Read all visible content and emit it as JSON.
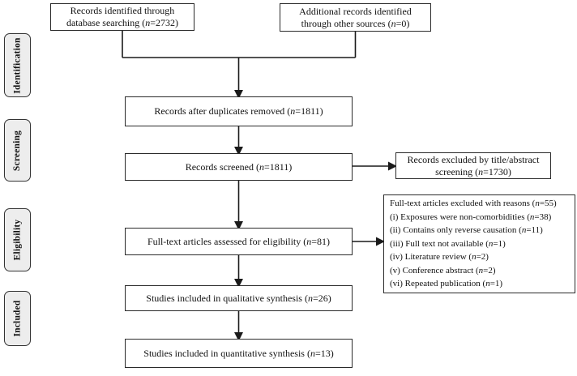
{
  "diagram_type": "PRISMA flow diagram",
  "colors": {
    "page_background": "#ffffff",
    "box_background": "#ffffff",
    "box_border": "#2a2a2a",
    "stage_background": "#ededed",
    "stage_border": "#333333",
    "connector": "#1a1a1a",
    "text": "#111111"
  },
  "sidebar": {
    "stages": [
      {
        "label": "Identification"
      },
      {
        "label": "Screening"
      },
      {
        "label": "Eligibility"
      },
      {
        "label": "Included"
      }
    ]
  },
  "flow": {
    "identified": {
      "pre": "Records identified through database searching (",
      "n": "n",
      "post": "=2732)"
    },
    "additional": {
      "pre": "Additional records identified through other sources (",
      "n": "n",
      "post": "=0)"
    },
    "duplicates": {
      "pre": "Records after duplicates removed (",
      "n": "n",
      "post": "=1811)"
    },
    "screened": {
      "pre": "Records screened (",
      "n": "n",
      "post": "=1811)"
    },
    "fulltext": {
      "pre": "Full-text articles assessed for eligibility (",
      "n": "n",
      "post": "=81)"
    },
    "qualitative": {
      "pre": "Studies included in qualitative synthesis (",
      "n": "n",
      "post": "=26)"
    },
    "quantitative": {
      "pre": "Studies included in quantitative synthesis (",
      "n": "n",
      "post": "=13)"
    },
    "excluded_title": {
      "pre": "Records excluded by title/abstract screening (",
      "n": "n",
      "post": "=1730)"
    },
    "excluded_reasons": {
      "lines": [
        {
          "pre": "Full-text articles excluded with reasons (",
          "n": "n",
          "post": "=55)"
        },
        {
          "pre": "(i) Exposures were non-comorbidities (",
          "n": "n",
          "post": "=38)"
        },
        {
          "pre": "(ii) Contains only reverse causation (",
          "n": "n",
          "post": "=11)"
        },
        {
          "pre": "(iii) Full text not available (",
          "n": "n",
          "post": "=1)"
        },
        {
          "pre": "(iv) Literature review (",
          "n": "n",
          "post": "=2)"
        },
        {
          "pre": "(v) Conference abstract (",
          "n": "n",
          "post": "=2)"
        },
        {
          "pre": "(vi) Repeated publication (",
          "n": "n",
          "post": "=1)"
        }
      ]
    }
  }
}
